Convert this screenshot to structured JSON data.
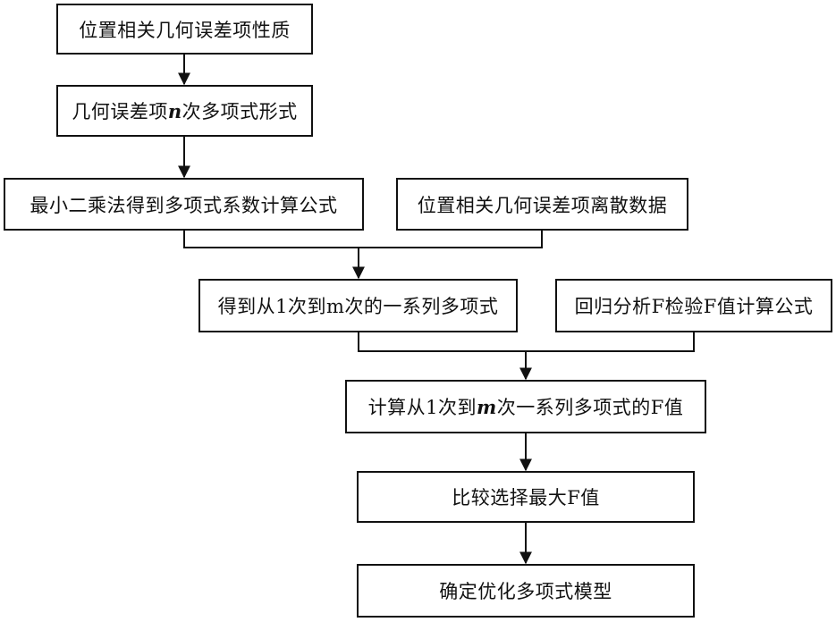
{
  "flowchart": {
    "nodes": {
      "n1": "位置相关几何误差项性质",
      "n2": {
        "pre": "几何误差项",
        "var": "n",
        "post": "次多项式形式"
      },
      "n3": "最小二乘法得到多项式系数计算公式",
      "n4": "位置相关几何误差项离散数据",
      "n5": "得到从1次到m次的一系列多项式",
      "n6": "回归分析F检验F值计算公式",
      "n7": {
        "pre": "计算从1次到",
        "var": "m",
        "post": "次一系列多项式的F值"
      },
      "n8": "比较选择最大F值",
      "n9": "确定优化多项式模型"
    },
    "edges": [
      [
        "n1",
        "n2"
      ],
      [
        "n2",
        "n3"
      ],
      [
        "n3",
        "n5"
      ],
      [
        "n4",
        "n5"
      ],
      [
        "n5",
        "n7"
      ],
      [
        "n6",
        "n7"
      ],
      [
        "n7",
        "n8"
      ],
      [
        "n8",
        "n9"
      ]
    ]
  }
}
